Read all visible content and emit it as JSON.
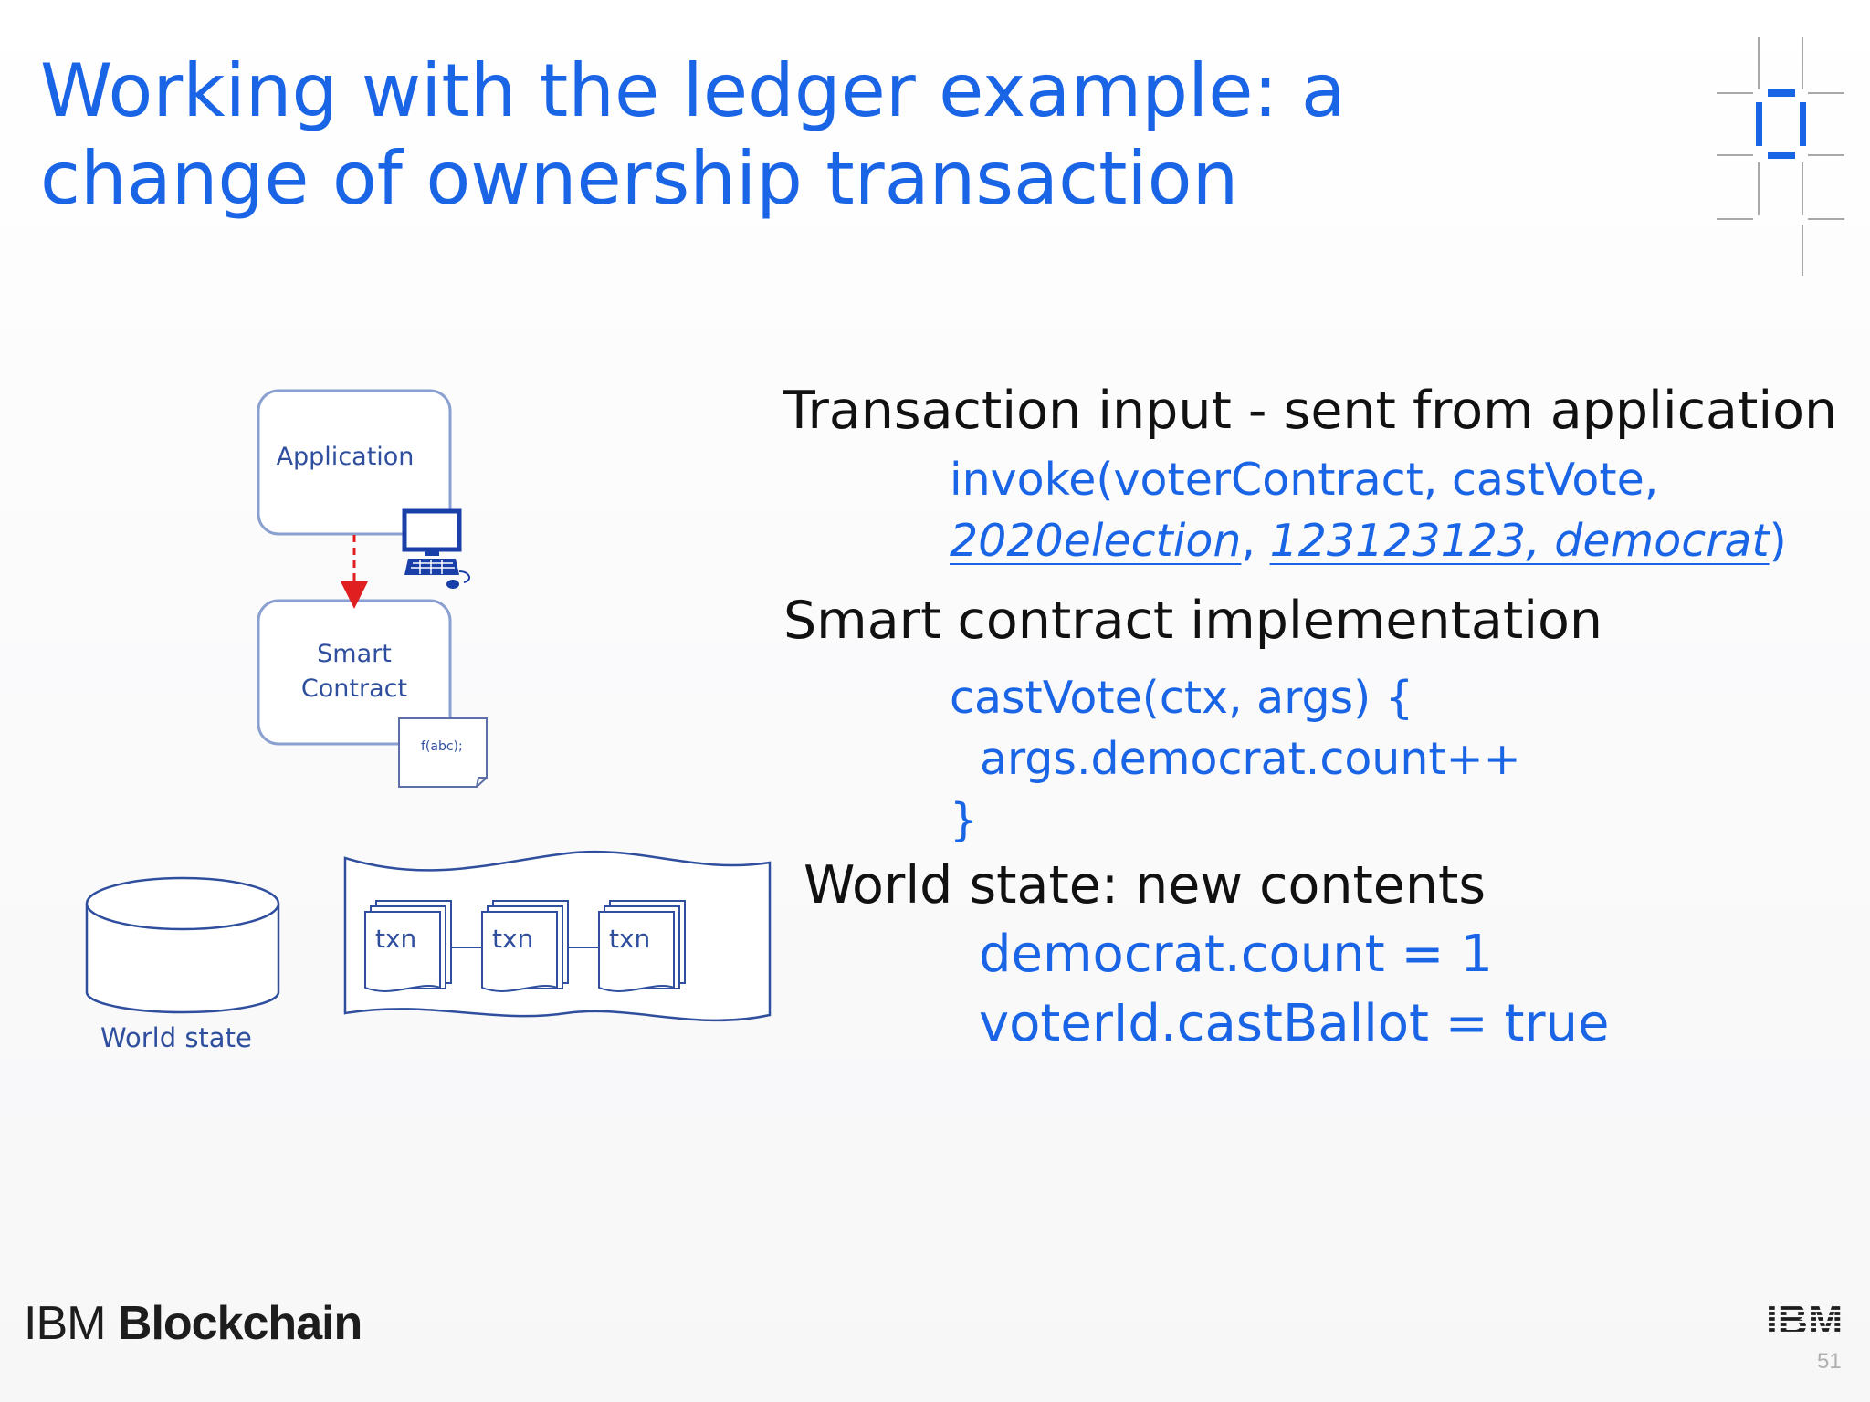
{
  "slide": {
    "title": "Working with the ledger example: a change of ownership transaction",
    "page_number": "51"
  },
  "diagram": {
    "application_label": "Application",
    "smart_contract_label_line1": "Smart",
    "smart_contract_label_line2": "Contract",
    "doc_label": "f(abc);",
    "world_state_label": "World state",
    "txn_labels": [
      "txn",
      "txn",
      "txn"
    ]
  },
  "content": {
    "tx_input_heading": "Transaction input - sent from application",
    "invoke_line1": "invoke(voterContract, castVote,",
    "invoke_arg1": "2020election",
    "invoke_sep": ",",
    "invoke_arg2": "123123123, democrat",
    "invoke_close": ")",
    "impl_heading": "Smart contract implementation",
    "code_line1": "castVote(ctx, args) {",
    "code_line2": "args.democrat.count++",
    "code_line3": "}",
    "world_heading": "World state: new contents",
    "result_line1": "democrat.count = 1",
    "result_line2": "voterId.castBallot = true"
  },
  "footer": {
    "brand_prefix": "IBM",
    "brand_name": "Blockchain",
    "logo_text": "IBM"
  },
  "colors": {
    "accent_blue": "#1a64e6",
    "diagram_blue": "#2f4f9e",
    "arrow_red": "#e02020"
  }
}
